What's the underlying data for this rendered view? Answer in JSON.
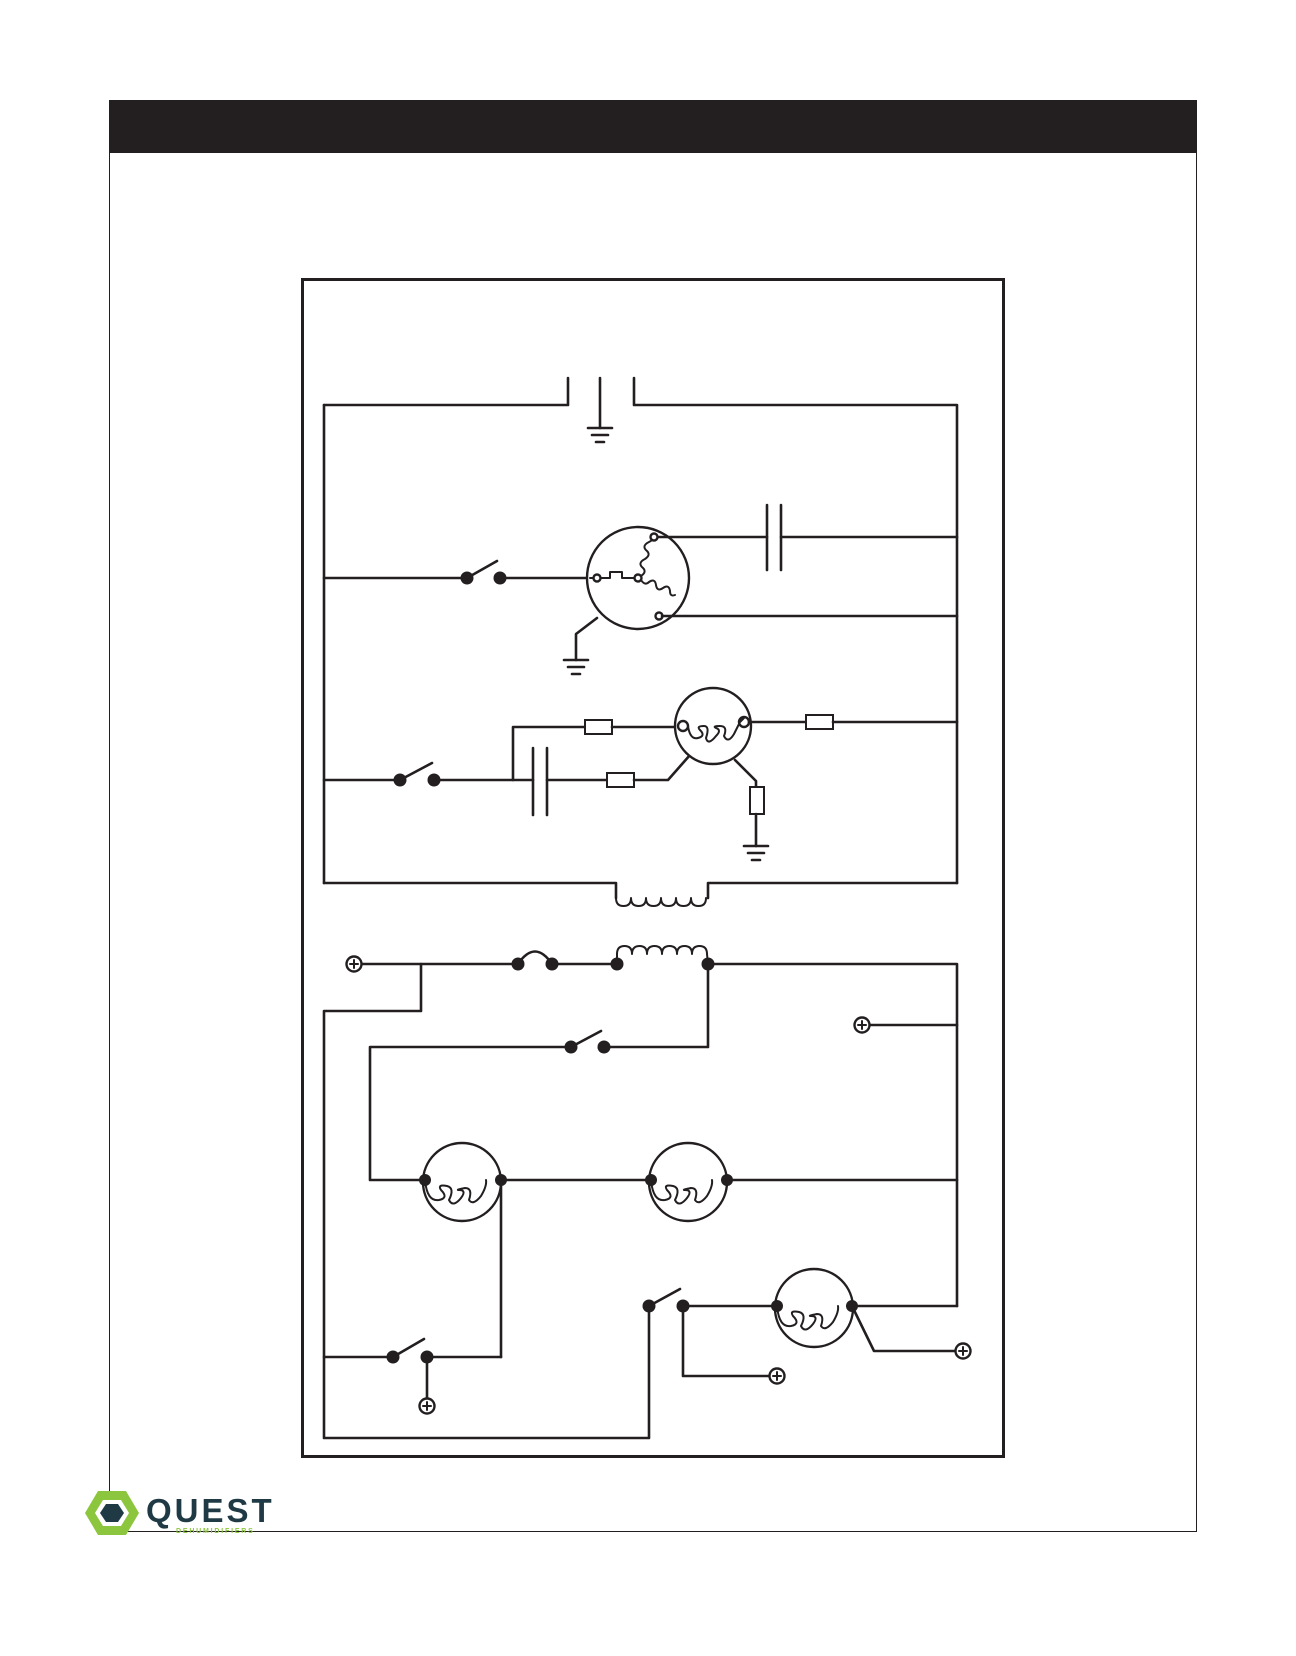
{
  "header": {
    "title": ""
  },
  "brand": {
    "name": "QUEST",
    "tagline": "DEHUMIDIFIERS",
    "accent_color": "#8cc63f",
    "text_color": "#1f3a44"
  },
  "colors": {
    "ink": "#231f20",
    "header_bg": "#231f20",
    "page_bg": "#ffffff"
  },
  "diagram": {
    "upper_circuit": {
      "components": [
        "power-plug-ground",
        "compressor-switch",
        "compressor-motor",
        "run-capacitor",
        "fan-switch",
        "fan-capacitor",
        "fan-motor",
        "resistor",
        "resistor",
        "resistor",
        "resistor",
        "ground",
        "ground",
        "transformer-primary"
      ]
    },
    "lower_circuit": {
      "components": [
        "terminal",
        "fuse",
        "transformer-secondary",
        "terminal",
        "relay-switch",
        "motor",
        "motor",
        "relay-switch",
        "terminal",
        "relay-switch",
        "motor",
        "terminal",
        "terminal"
      ]
    }
  }
}
